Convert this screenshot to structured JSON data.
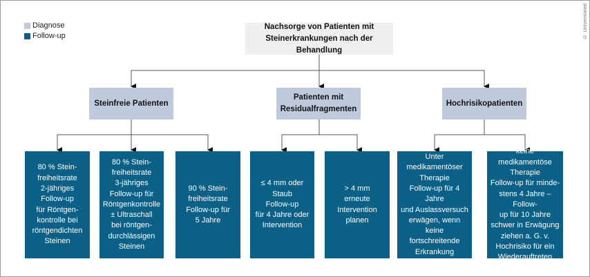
{
  "legend": [
    {
      "label": "Diagnose",
      "color": "#bfcbdc"
    },
    {
      "label": "Follow-up",
      "color": "#0b6088"
    }
  ],
  "copyright": "© Universimed",
  "root": "Nachsorge von Patienten mit\nSteinerkrankungen nach der Behandlung",
  "categories": [
    "Steinfreie Patienten",
    "Patienten mit\nResidualfragmenten",
    "Hochrisikopatienten"
  ],
  "leaves": [
    "80 % Stein-\nfreiheitsrate\n2-jähriges\nFollow-up\nfür Röntgen-\nkontrolle bei\nröntgendichten\nSteinen",
    "80 % Stein-\nfreiheitsrate\n3-jähriges\nFollow-up für\nRöntgenkontrolle\n± Ultraschall\nbei röntgen-\ndurchlässigen\nSteinen",
    "90 % Stein-\nfreiheitsrate\nFollow-up für\n5 Jahre",
    "≤ 4 mm oder\nStaub\nFollow-up\nfür 4 Jahre oder\nIntervention",
    "> 4 mm\nerneute\nIntervention\nplanen",
    "Unter medikamentöser\nTherapie\nFollow-up für 4 Jahre\nund Auslassversuch\nerwägen, wenn\nkeine fortschreitende\nErkrankung",
    "keine medikamentöse\nTherapie\nFollow-up für minde-\nstens 4 Jahre – Follow-\nup für 10 Jahre\nschwer in Erwägung\nziehen a. G. v.\nHochrisiko für ein\nWiederauftreten"
  ]
}
